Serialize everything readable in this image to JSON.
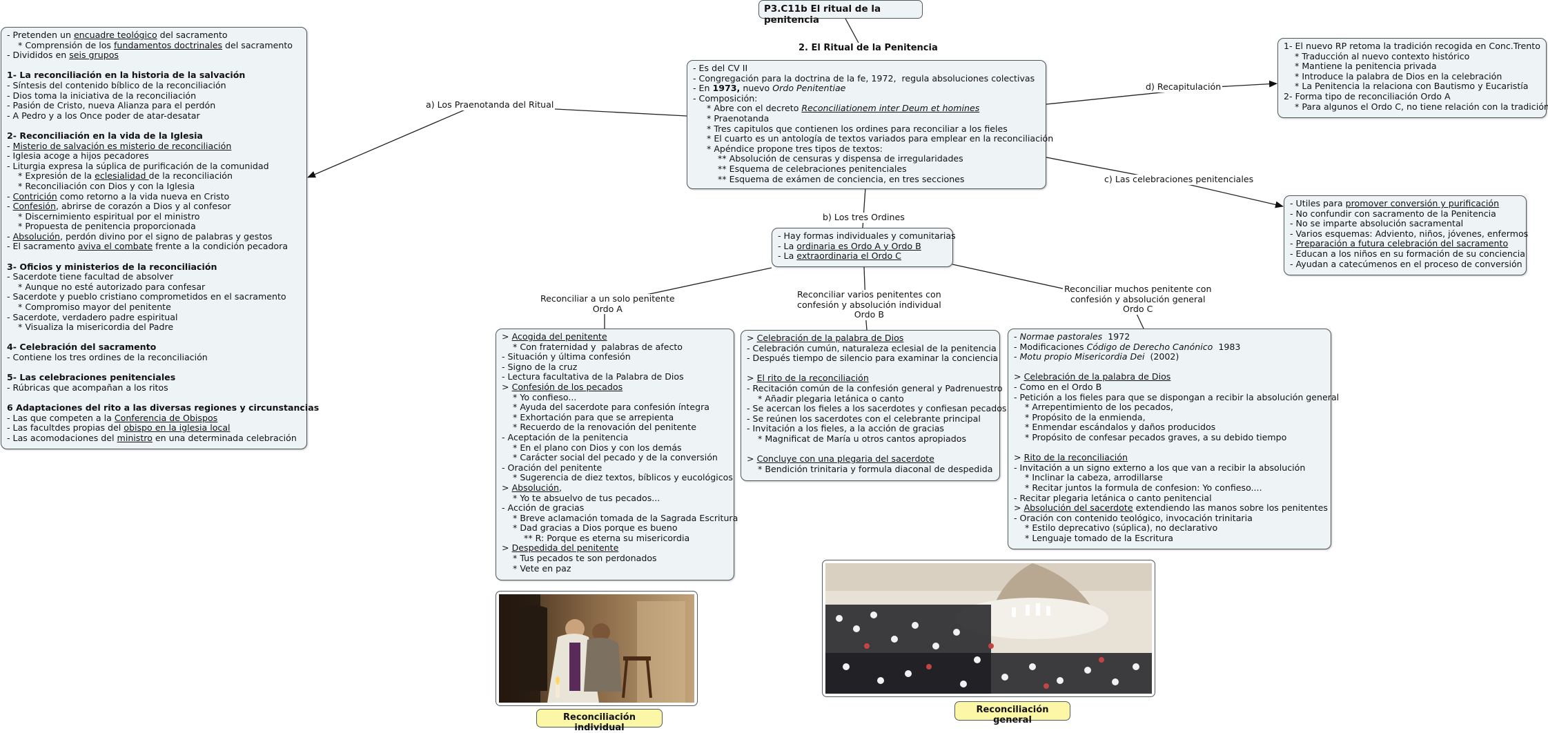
{
  "title": "P3.C11b El ritual de la penitencia",
  "center_heading": "2. El Ritual de la Penitencia",
  "center_box": [
    [
      {
        "t": "- Es del CV II"
      }
    ],
    [
      {
        "t": "- Congregación para la doctrina de la fe, 1972,  regula absoluciones colectivas"
      }
    ],
    [
      {
        "t": "- En "
      },
      {
        "t": "1973,",
        "s": "bb"
      },
      {
        "t": " nuevo "
      },
      {
        "t": "Ordo Penitentiae",
        "s": "i"
      }
    ],
    [
      {
        "t": "- Composición:"
      }
    ],
    [
      {
        "t": "     * Abre con el decreto "
      },
      {
        "t": "Reconciliationem inter Deum et homines",
        "s": "u i"
      }
    ],
    [
      {
        "t": "     * Praenotanda"
      }
    ],
    [
      {
        "t": "     * Tres capitulos que contienen los ordines para reconciliar a los fieles"
      }
    ],
    [
      {
        "t": "     * El cuarto es un antología de textos variados para emplear en la reconciliación"
      }
    ],
    [
      {
        "t": "     * Apéndice propone tres tipos de textos:"
      }
    ],
    [
      {
        "t": "         ** Absolución de censuras y dispensa de irregularidades"
      }
    ],
    [
      {
        "t": "         ** Esquema de celebraciones penitenciales"
      }
    ],
    [
      {
        "t": "         ** Esquema de exámen de conciencia, en tres secciones"
      }
    ]
  ],
  "edge_labels": {
    "praenotanda": "a) Los Praenotanda del Ritual",
    "ordines": "b) Los tres Ordines",
    "celebraciones": "c) Las celebraciones penitenciales",
    "recapitulacion": "d) Recapitulación",
    "ordo_a": "Reconciliar a un solo penitente\nOrdo A",
    "ordo_b": "Reconciliar varios penitentes con\nconfesión y absolución individual\nOrdo B",
    "ordo_c": "Reconciliar muchos penitente con\nconfesión y absolución general\nOrdo C"
  },
  "left_box": [
    [
      {
        "t": "- Pretenden un "
      },
      {
        "t": "encuadre teológico",
        "s": "u"
      },
      {
        "t": " del sacramento"
      }
    ],
    [
      {
        "t": "    * Comprensión de los "
      },
      {
        "t": "fundamentos doctrinales",
        "s": "u"
      },
      {
        "t": " del sacramento"
      }
    ],
    [
      {
        "t": "- Divididos en "
      },
      {
        "t": "seis grupos",
        "s": "u"
      }
    ],
    [
      {
        "t": ""
      }
    ],
    [
      {
        "t": "1- La reconciliación en la historia de la salvación",
        "s": "bb"
      }
    ],
    [
      {
        "t": "- Síntesis del contenido bíblico de la reconciliación"
      }
    ],
    [
      {
        "t": "- Dios toma la iniciativa de la reconciliación"
      }
    ],
    [
      {
        "t": "- Pasión de Cristo, nueva Alianza para el perdón"
      }
    ],
    [
      {
        "t": "- A Pedro y a los Once poder de atar-desatar"
      }
    ],
    [
      {
        "t": ""
      }
    ],
    [
      {
        "t": "2- Reconciliación en la vida de la Iglesia",
        "s": "bb"
      }
    ],
    [
      {
        "t": "- "
      },
      {
        "t": "Misterio de salvación es misterio de reconciliación",
        "s": "u"
      }
    ],
    [
      {
        "t": "- Iglesia acoge a hijos pecadores"
      }
    ],
    [
      {
        "t": "- Liturgia expresa la súplica de purificación de la comunidad"
      }
    ],
    [
      {
        "t": "    * Expresión de la "
      },
      {
        "t": "eclesialidad ",
        "s": "u"
      },
      {
        "t": "de la reconciliación"
      }
    ],
    [
      {
        "t": "    * Reconciliación con Dios y con la Iglesia"
      }
    ],
    [
      {
        "t": "- "
      },
      {
        "t": "Contrición",
        "s": "u"
      },
      {
        "t": " como retorno a la vida nueva en Cristo"
      }
    ],
    [
      {
        "t": "- "
      },
      {
        "t": "Confesión",
        "s": "u"
      },
      {
        "t": ", abrirse de corazón a Dios y al confesor"
      }
    ],
    [
      {
        "t": "    * Discernimiento espiritual por el ministro"
      }
    ],
    [
      {
        "t": "    * Propuesta de penitencia proporcionada"
      }
    ],
    [
      {
        "t": "- "
      },
      {
        "t": "Absolución",
        "s": "u"
      },
      {
        "t": ", perdón divino por el signo de palabras y gestos"
      }
    ],
    [
      {
        "t": "- El sacramento "
      },
      {
        "t": "aviva el combate",
        "s": "u"
      },
      {
        "t": " frente a la condición pecadora"
      }
    ],
    [
      {
        "t": ""
      }
    ],
    [
      {
        "t": "3- Oficios y ministerios de la reconciliación",
        "s": "bb"
      }
    ],
    [
      {
        "t": "- Sacerdote tiene facultad de absolver"
      }
    ],
    [
      {
        "t": "    * Aunque no esté autorizado para confesar"
      }
    ],
    [
      {
        "t": "- Sacerdote y pueblo cristiano comprometidos en el sacramento"
      }
    ],
    [
      {
        "t": "    * Compromiso mayor del penitente"
      }
    ],
    [
      {
        "t": "- Sacerdote, verdadero padre espiritual"
      }
    ],
    [
      {
        "t": "    * Visualiza la misericordia del Padre"
      }
    ],
    [
      {
        "t": ""
      }
    ],
    [
      {
        "t": "4- Celebración del sacramento",
        "s": "bb"
      }
    ],
    [
      {
        "t": "- Contiene los tres ordines de la reconciliación"
      }
    ],
    [
      {
        "t": ""
      }
    ],
    [
      {
        "t": "5- Las celebraciones penitenciales",
        "s": "bb"
      }
    ],
    [
      {
        "t": "- Rúbricas que acompañan a los ritos"
      }
    ],
    [
      {
        "t": ""
      }
    ],
    [
      {
        "t": "6 Adaptaciones del rito a las diversas regiones y circunstancias",
        "s": "bb"
      }
    ],
    [
      {
        "t": "- Las que competen a la "
      },
      {
        "t": "Conferencia de Obispos",
        "s": "u"
      }
    ],
    [
      {
        "t": "- Las facultdes propias del "
      },
      {
        "t": "obispo en la iglesia local",
        "s": "u"
      }
    ],
    [
      {
        "t": "- Las acomodaciones del "
      },
      {
        "t": "ministro",
        "s": "u"
      },
      {
        "t": " en una determinada celebración"
      }
    ]
  ],
  "recap_box": [
    [
      {
        "t": "1- El nuevo RP retoma la tradición recogida en Conc.Trento"
      }
    ],
    [
      {
        "t": "    * Traducción al nuevo contexto histórico"
      }
    ],
    [
      {
        "t": "    * Mantiene la penitencia privada"
      }
    ],
    [
      {
        "t": "    * Introduce la palabra de Dios en la celebración"
      }
    ],
    [
      {
        "t": "    * La Penitencia la relaciona con Bautismo y Eucaristía"
      }
    ],
    [
      {
        "t": "2- Forma tipo de reconciliación Ordo A"
      }
    ],
    [
      {
        "t": "    * Para algunos el Ordo C, no tiene relación con la tradición"
      }
    ]
  ],
  "celebraciones_box": [
    [
      {
        "t": "- Utiles para "
      },
      {
        "t": "promover conversión y purificación",
        "s": "u"
      }
    ],
    [
      {
        "t": "- No confundir con sacramento de la Penitencia"
      }
    ],
    [
      {
        "t": "- No se imparte absolución sacramental"
      }
    ],
    [
      {
        "t": "- Varios esquemas: Adviento, niños, jóvenes, enfermos"
      }
    ],
    [
      {
        "t": "- "
      },
      {
        "t": "Preparación a futura celebración del sacramento",
        "s": "u"
      }
    ],
    [
      {
        "t": "- Educan a los niños en su formación de su conciencia"
      }
    ],
    [
      {
        "t": "- Ayudan a catecúmenos en el proceso de conversión"
      }
    ]
  ],
  "ordines_box": [
    [
      {
        "t": "- Hay formas individuales y comunitarias"
      }
    ],
    [
      {
        "t": "- La "
      },
      {
        "t": "ordinaria es Ordo A y Ordo B",
        "s": "u"
      }
    ],
    [
      {
        "t": "- La "
      },
      {
        "t": "extraordinaria el Ordo C",
        "s": "u"
      }
    ]
  ],
  "ordo_a_box": [
    [
      {
        "t": "> "
      },
      {
        "t": "Acogida del penitente",
        "s": "u"
      }
    ],
    [
      {
        "t": "    * Con fraternidad y  palabras de afecto"
      }
    ],
    [
      {
        "t": "- Situación y última confesión"
      }
    ],
    [
      {
        "t": "- Signo de la cruz"
      }
    ],
    [
      {
        "t": "- Lectura facultativa de la Palabra de Dios"
      }
    ],
    [
      {
        "t": "> "
      },
      {
        "t": "Confesión de los pecados",
        "s": "u"
      }
    ],
    [
      {
        "t": "    * Yo confieso..."
      }
    ],
    [
      {
        "t": "    * Ayuda del sacerdote para confesión íntegra"
      }
    ],
    [
      {
        "t": "    * Exhortación para que se arrepienta"
      }
    ],
    [
      {
        "t": "    * Recuerdo de la renovación del penitente"
      }
    ],
    [
      {
        "t": "- Aceptación de la penitencia"
      }
    ],
    [
      {
        "t": "    * En el plano con Dios y con los demás"
      }
    ],
    [
      {
        "t": "    * Carácter social del pecado y de la conversión"
      }
    ],
    [
      {
        "t": "- Oración del penitente"
      }
    ],
    [
      {
        "t": "    * Sugerencia de diez textos, bíblicos y eucológicos"
      }
    ],
    [
      {
        "t": "> "
      },
      {
        "t": "Absolución",
        "s": "u"
      },
      {
        "t": ","
      }
    ],
    [
      {
        "t": "    * Yo te absuelvo de tus pecados..."
      }
    ],
    [
      {
        "t": "- Acción de gracias"
      }
    ],
    [
      {
        "t": "    * Breve aclamación tomada de la Sagrada Escritura"
      }
    ],
    [
      {
        "t": "    * Dad gracias a Dios porque es bueno"
      }
    ],
    [
      {
        "t": "        ** R: Porque es eterna su misericordia"
      }
    ],
    [
      {
        "t": "> "
      },
      {
        "t": "Despedida del penitente",
        "s": "u"
      }
    ],
    [
      {
        "t": "    * Tus pecados te son perdonados"
      }
    ],
    [
      {
        "t": "    * Vete en paz"
      }
    ]
  ],
  "ordo_b_box": [
    [
      {
        "t": "> "
      },
      {
        "t": "Celebración de la palabra de Dios",
        "s": "u"
      }
    ],
    [
      {
        "t": "- Celebración cumún, naturaleza eclesial de la penitencia"
      }
    ],
    [
      {
        "t": "- Después tiempo de silencio para examinar la conciencia"
      }
    ],
    [
      {
        "t": ""
      }
    ],
    [
      {
        "t": "> "
      },
      {
        "t": "El rito de la reconciliación",
        "s": "u"
      }
    ],
    [
      {
        "t": "- Recitación común de la confesión general y Padrenuestro"
      }
    ],
    [
      {
        "t": "    * Añadir plegaria letánica o canto"
      }
    ],
    [
      {
        "t": "- Se acercan los fieles a los sacerdotes y confiesan pecados"
      }
    ],
    [
      {
        "t": "- Se reúnen los sacerdotes con el celebrante principal"
      }
    ],
    [
      {
        "t": "- Invitación a los fieles, a la acción de gracias"
      }
    ],
    [
      {
        "t": "    * Magnificat de María u otros cantos apropiados"
      }
    ],
    [
      {
        "t": ""
      }
    ],
    [
      {
        "t": "> "
      },
      {
        "t": "Concluye con una plegaria del sacerdote",
        "s": "u"
      }
    ],
    [
      {
        "t": "    * Bendición trinitaria y formula diaconal de despedida"
      }
    ]
  ],
  "ordo_c_box": [
    [
      {
        "t": "- "
      },
      {
        "t": "Normae pastorales",
        "s": "i"
      },
      {
        "t": "  1972"
      }
    ],
    [
      {
        "t": "- Modificaciones "
      },
      {
        "t": "Código de Derecho Canónico",
        "s": "i"
      },
      {
        "t": "  1983"
      }
    ],
    [
      {
        "t": "- "
      },
      {
        "t": "Motu propio Misericordia Dei",
        "s": "i"
      },
      {
        "t": "  (2002)"
      }
    ],
    [
      {
        "t": ""
      }
    ],
    [
      {
        "t": "> "
      },
      {
        "t": "Celebración de la palabra de Dios",
        "s": "u"
      }
    ],
    [
      {
        "t": "- Como en el Ordo B"
      }
    ],
    [
      {
        "t": "- Petición a los fieles para que se dispongan a recibir la absolución general"
      }
    ],
    [
      {
        "t": "    * Arrepentimiento de los pecados,"
      }
    ],
    [
      {
        "t": "    * Propósito de la enmienda,"
      }
    ],
    [
      {
        "t": "    * Enmendar escándalos y daños producidos"
      }
    ],
    [
      {
        "t": "    * Propósito de confesar pecados graves, a su debido tiempo"
      }
    ],
    [
      {
        "t": ""
      }
    ],
    [
      {
        "t": "> "
      },
      {
        "t": "Rito de la reconciliación",
        "s": "u"
      }
    ],
    [
      {
        "t": "- Invitación a un signo externo a los que van a recibir la absolución"
      }
    ],
    [
      {
        "t": "    * Inclinar la cabeza, arrodillarse"
      }
    ],
    [
      {
        "t": "    * Recitar juntos la formula de confesion: Yo confieso...."
      }
    ],
    [
      {
        "t": "- Recitar plegaria letánica o canto penitencial"
      }
    ],
    [
      {
        "t": "> "
      },
      {
        "t": "Absolución del sacerdote",
        "s": "u"
      },
      {
        "t": " extendiendo las manos sobre los penitentes"
      }
    ],
    [
      {
        "t": "- Oración con contenido teológico, invocación trinitaria"
      }
    ],
    [
      {
        "t": "    * Estilo deprecativo (súplica), no declarativo"
      }
    ],
    [
      {
        "t": "    * Lenguaje tomado de la Escritura"
      }
    ]
  ],
  "captions": {
    "individual": "Reconciliación individual",
    "general": "Reconciliación general"
  },
  "colors": {
    "box_fill": "#eef3f5",
    "box_border": "#4f5a5f",
    "caption_fill": "#fbf7a6"
  }
}
